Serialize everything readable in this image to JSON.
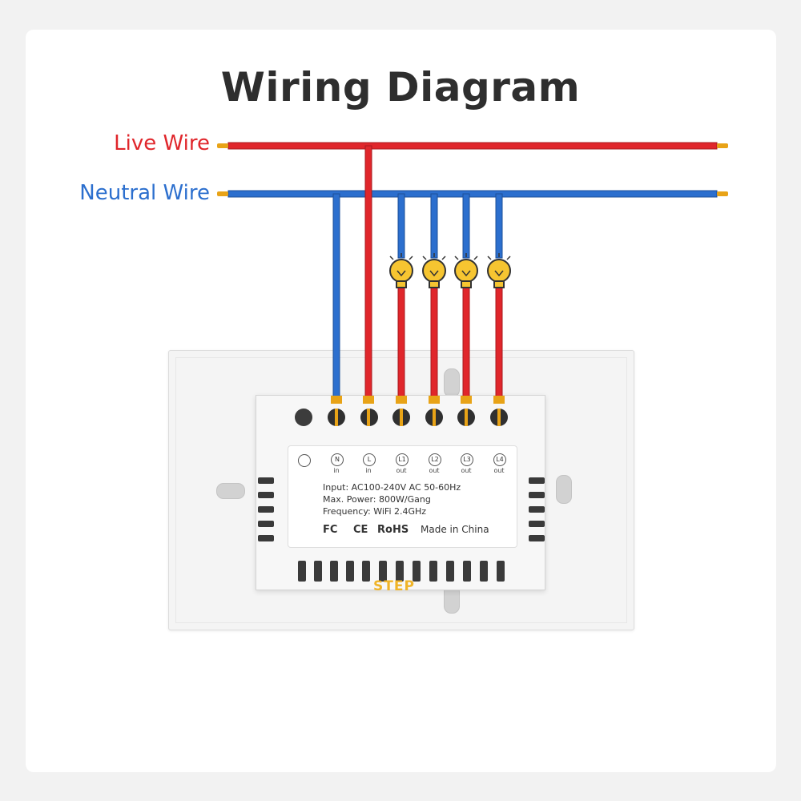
{
  "title": "Wiring Diagram",
  "wires": {
    "live_label": "Live Wire",
    "neutral_label": "Neutral Wire"
  },
  "colors": {
    "live": "#e0262b",
    "neutral": "#2c6fce",
    "bulb": "#f6c531",
    "terminal": "#e8a317"
  },
  "terminals": [
    {
      "id": "N",
      "sub": "in"
    },
    {
      "id": "L",
      "sub": "in"
    },
    {
      "id": "L1",
      "sub": "out"
    },
    {
      "id": "L2",
      "sub": "out"
    },
    {
      "id": "L3",
      "sub": "out"
    },
    {
      "id": "L4",
      "sub": "out"
    }
  ],
  "specs": {
    "input": "Input: AC100-240V AC 50-60Hz",
    "power": "Max. Power: 800W/Gang",
    "frequency": "Frequency: WiFi 2.4GHz"
  },
  "certifications": [
    "FC",
    "CE",
    "RoHS"
  ],
  "made_in": "Made in China",
  "brand": "STEP",
  "bulbs": [
    {
      "icon": "light-bulb-icon"
    },
    {
      "icon": "light-bulb-icon"
    },
    {
      "icon": "light-bulb-icon"
    },
    {
      "icon": "light-bulb-icon"
    }
  ]
}
